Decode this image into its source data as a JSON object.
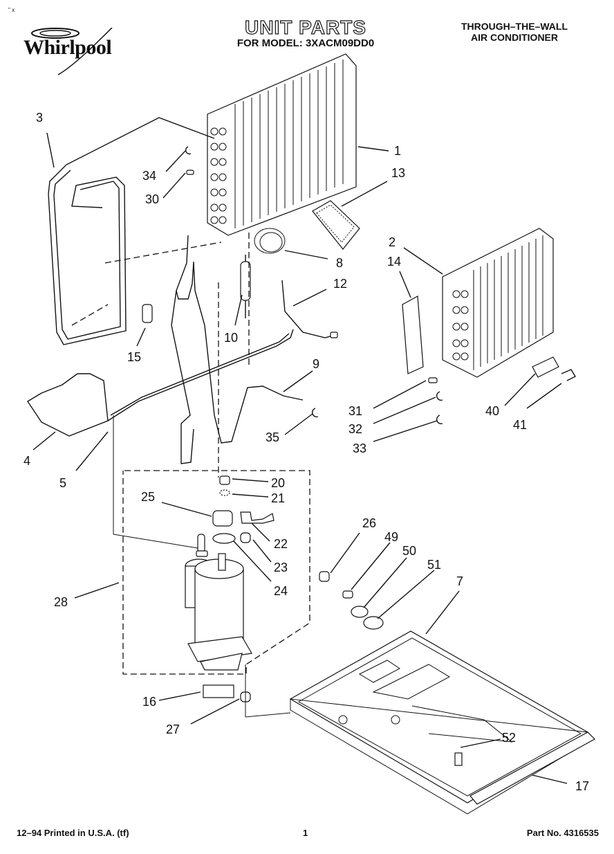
{
  "header": {
    "brand": "Whirlpool",
    "corner_marks": "\" x",
    "title": "UNIT PARTS",
    "model_line": "FOR MODEL: 3XACM09DD0",
    "category_line1": "THROUGH–THE–WALL",
    "category_line2": "AIR CONDITIONER"
  },
  "footer": {
    "print_info": "12–94 Printed in U.S.A. (tf)",
    "page_number": "1",
    "part_number": "Part No. 4316535"
  },
  "callouts": {
    "c1": "1",
    "c2": "2",
    "c3": "3",
    "c4": "4",
    "c5": "5",
    "c7": "7",
    "c8": "8",
    "c9": "9",
    "c10": "10",
    "c12": "12",
    "c13": "13",
    "c14": "14",
    "c15": "15",
    "c16": "16",
    "c17": "17",
    "c20": "20",
    "c21": "21",
    "c22": "22",
    "c23": "23",
    "c24": "24",
    "c25": "25",
    "c26": "26",
    "c27": "27",
    "c28": "28",
    "c30": "30",
    "c31": "31",
    "c32": "32",
    "c33": "33",
    "c34": "34",
    "c35": "35",
    "c40": "40",
    "c41": "41",
    "c49": "49",
    "c50": "50",
    "c51": "51",
    "c52": "52"
  },
  "colors": {
    "ink": "#111111",
    "paper": "#ffffff"
  }
}
